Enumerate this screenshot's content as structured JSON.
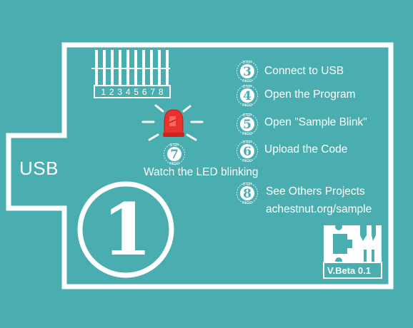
{
  "board": {
    "usb_label": "USB",
    "pin_numbers": [
      "1",
      "2",
      "3",
      "4",
      "5",
      "6",
      "7",
      "8"
    ],
    "led_caption": "Watch the LED blinking",
    "big_step_number": "1",
    "version": "V.Beta 0.1",
    "logo_text": "CM"
  },
  "steps": [
    {
      "number": "3",
      "label": "Connect to USB"
    },
    {
      "number": "4",
      "label": "Open the Program"
    },
    {
      "number": "5",
      "label": "Open \"Sample Blink\""
    },
    {
      "number": "6",
      "label": "Upload the Code"
    },
    {
      "number": "7",
      "label": ""
    },
    {
      "number": "8",
      "label": "See Others Projects"
    }
  ],
  "badge_ring": {
    "top": "STEP",
    "bottom": "PASO"
  },
  "url": "achestnut.org/sample",
  "colors": {
    "background": "#4aaeb0",
    "line": "#ffffff",
    "led": "#e8322d"
  },
  "icons": [
    "led-icon",
    "logo-icon"
  ]
}
